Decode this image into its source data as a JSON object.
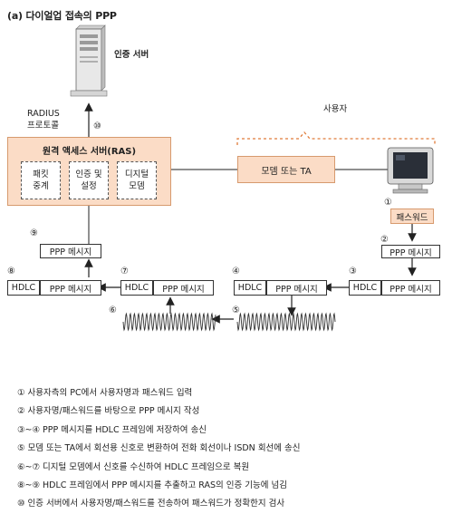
{
  "title": "(a) 다이얼업 접속의 PPP",
  "server_label": "인증 서버",
  "radius_line1": "RADIUS",
  "radius_line2": "프로토콜",
  "user_label": "사용자",
  "ras_title": "원격 액세스 서버(RAS)",
  "ras_sub1": [
    "패킷",
    "중계"
  ],
  "ras_sub2": [
    "인증 및",
    "설정"
  ],
  "ras_sub3": [
    "디지털",
    "모뎀"
  ],
  "modem_label": "모뎀 또는 TA",
  "password_label": "패스워드",
  "ppp_msg": "PPP 메시지",
  "hdlc": "HDLC",
  "step_nums": [
    "①",
    "②",
    "③",
    "④",
    "⑤",
    "⑥",
    "⑦",
    "⑧",
    "⑨",
    "⑩"
  ],
  "notes": [
    "① 사용자측의 PC에서 사용자명과 패스워드 입력",
    "② 사용자명/패스워드를 바탕으로 PPP 메시지 작성",
    "③~④ PPP 메시지를 HDLC 프레임에 저장하여 송신",
    "⑤ 모뎀 또는 TA에서 회선용 신호로 변환하여 전화 회선이나 ISDN 회선에 송신",
    "⑥~⑦ 디지털 모뎀에서 신호를 수신하여 HDLC 프레임으로 복원",
    "⑧~⑨ HDLC 프레임에서 PPP 메시지를 추출하고 RAS의 인증 기능에 넘김",
    "⑩ 인증 서버에서 사용자명/패스워드를 전송하여 패스워드가 정확한지 검사"
  ]
}
